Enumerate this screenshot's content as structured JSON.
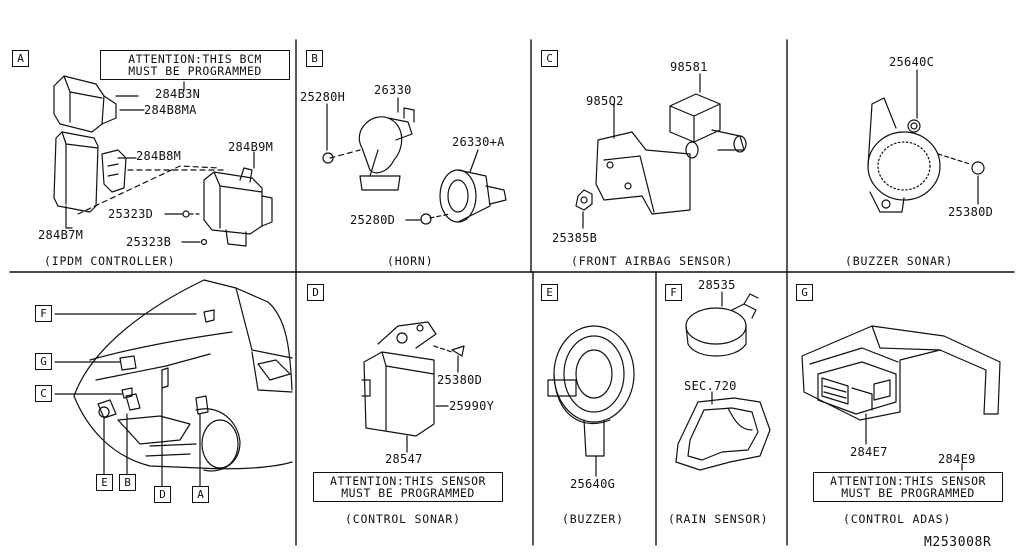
{
  "sections": {
    "A": {
      "letter": "A",
      "note": "ATTENTION:THIS BCM\nMUST BE PROGRAMMED",
      "caption": "(IPDM CONTROLLER)",
      "parts": [
        "284B3N",
        "284B8MA",
        "284B8M",
        "284B9M",
        "25323D",
        "25323B",
        "284B7M"
      ]
    },
    "B": {
      "letter": "B",
      "caption": "(HORN)",
      "parts": [
        "25280H",
        "26330",
        "26330+A",
        "25280D"
      ]
    },
    "C": {
      "letter": "C",
      "caption": "(FRONT AIRBAG SENSOR)",
      "parts": [
        "98581",
        "985Q2",
        "25385B"
      ]
    },
    "buzzer_sonar": {
      "caption": "(BUZZER SONAR)",
      "parts": [
        "25640C",
        "25380D"
      ]
    },
    "D": {
      "letter": "D",
      "note": "ATTENTION:THIS SENSOR\nMUST BE PROGRAMMED",
      "caption": "(CONTROL SONAR)",
      "parts": [
        "25380D",
        "25990Y",
        "28547"
      ]
    },
    "E": {
      "letter": "E",
      "caption": "(BUZZER)",
      "parts": [
        "25640G"
      ]
    },
    "F": {
      "letter": "F",
      "caption": "(RAIN SENSOR)",
      "parts": [
        "28535",
        "SEC.720"
      ]
    },
    "G": {
      "letter": "G",
      "note": "ATTENTION:THIS SENSOR\nMUST BE PROGRAMMED",
      "caption": "(CONTROL ADAS)",
      "parts": [
        "284E7",
        "284E9"
      ]
    }
  },
  "vehicle_callouts": [
    "F",
    "G",
    "C",
    "E",
    "B",
    "D",
    "A"
  ],
  "diagram_code": "M253008R"
}
